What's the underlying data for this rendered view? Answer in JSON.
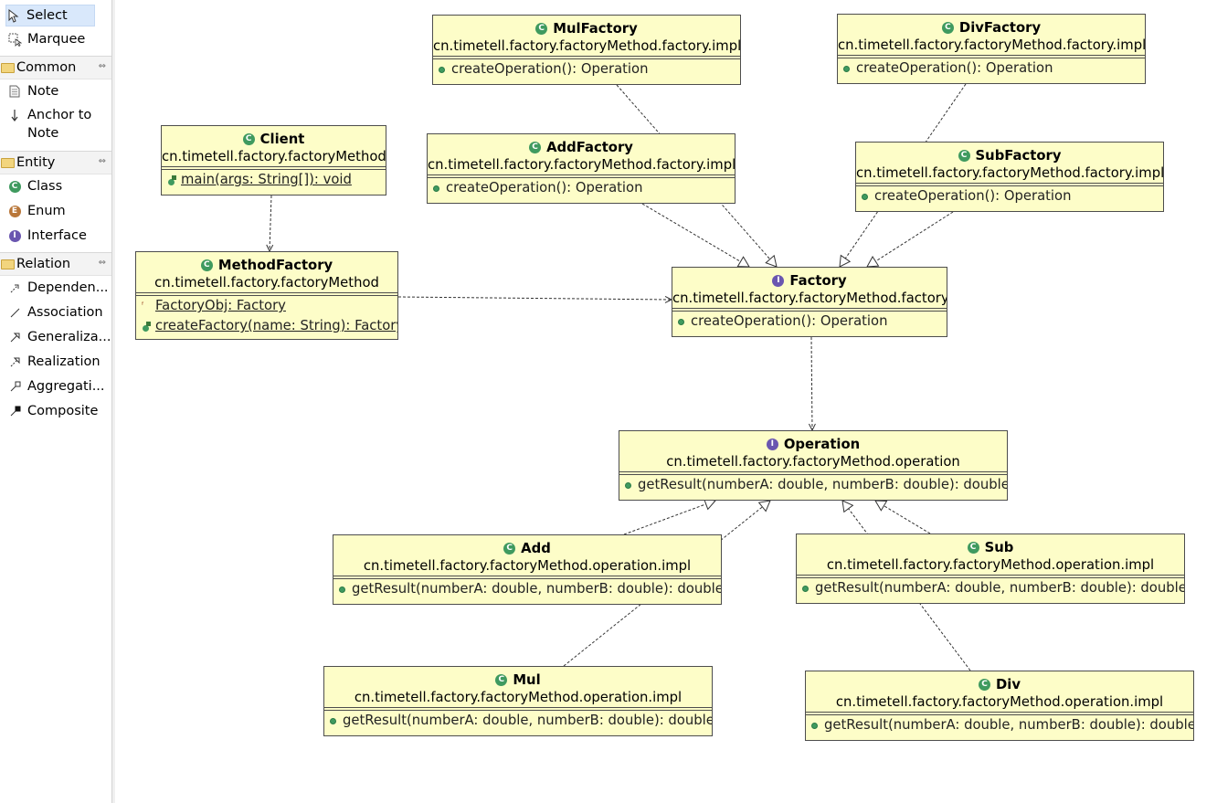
{
  "palette": {
    "tools": [
      {
        "label": "Select",
        "icon": "arrow-cursor-icon"
      },
      {
        "label": "Marquee",
        "icon": "marquee-icon"
      }
    ],
    "groups": [
      {
        "label": "Common",
        "items": [
          {
            "label": "Note",
            "icon": "note-icon"
          },
          {
            "label": "Anchor to Note",
            "icon": "anchor-icon"
          }
        ]
      },
      {
        "label": "Entity",
        "items": [
          {
            "label": "Class",
            "icon": "class-icon",
            "glyph": "C"
          },
          {
            "label": "Enum",
            "icon": "enum-icon",
            "glyph": "E"
          },
          {
            "label": "Interface",
            "icon": "interface-icon",
            "glyph": "I"
          }
        ]
      },
      {
        "label": "Relation",
        "items": [
          {
            "label": "Dependen...",
            "icon": "dependency-icon"
          },
          {
            "label": "Association",
            "icon": "association-icon"
          },
          {
            "label": "Generaliza...",
            "icon": "generalization-icon"
          },
          {
            "label": "Realization",
            "icon": "realization-icon"
          },
          {
            "label": "Aggregati...",
            "icon": "aggregation-icon"
          },
          {
            "label": "Composite",
            "icon": "composite-icon"
          }
        ]
      }
    ]
  },
  "colors": {
    "box_fill": "#fdfdc8",
    "box_border": "#4d4d4d",
    "class_icon": "#3f9a5f",
    "interface_icon": "#6a56b0",
    "edge": "#333333"
  },
  "diagram": {
    "nodes": [
      {
        "id": "mulfactory",
        "kind": "class",
        "name": "MulFactory",
        "package": "cn.timetell.factory.factoryMethod.factory.impl",
        "members": [
          {
            "text": "createOperation(): Operation",
            "vis": "public"
          }
        ]
      },
      {
        "id": "divfactory",
        "kind": "class",
        "name": "DivFactory",
        "package": "cn.timetell.factory.factoryMethod.factory.impl",
        "members": [
          {
            "text": "createOperation(): Operation",
            "vis": "public"
          }
        ]
      },
      {
        "id": "client",
        "kind": "class",
        "name": "Client",
        "package": "cn.timetell.factory.factoryMethod",
        "members": [
          {
            "text": "main(args: String[]): void",
            "vis": "static"
          }
        ]
      },
      {
        "id": "addfactory",
        "kind": "class",
        "name": "AddFactory",
        "package": "cn.timetell.factory.factoryMethod.factory.impl",
        "members": [
          {
            "text": "createOperation(): Operation",
            "vis": "public"
          }
        ]
      },
      {
        "id": "subfactory",
        "kind": "class",
        "name": "SubFactory",
        "package": "cn.timetell.factory.factoryMethod.factory.impl",
        "members": [
          {
            "text": "createOperation(): Operation",
            "vis": "public"
          }
        ]
      },
      {
        "id": "methodfactory",
        "kind": "class",
        "name": "MethodFactory",
        "package": "cn.timetell.factory.factoryMethod",
        "members": [
          {
            "text": "FactoryObj: Factory",
            "vis": "field"
          },
          {
            "text": "createFactory(name: String): Factory",
            "vis": "static"
          }
        ]
      },
      {
        "id": "factory",
        "kind": "interface",
        "name": "Factory",
        "package": "cn.timetell.factory.factoryMethod.factory",
        "members": [
          {
            "text": "createOperation(): Operation",
            "vis": "public"
          }
        ]
      },
      {
        "id": "operation",
        "kind": "interface",
        "name": "Operation",
        "package": "cn.timetell.factory.factoryMethod.operation",
        "members": [
          {
            "text": "getResult(numberA: double, numberB: double): double",
            "vis": "public"
          }
        ]
      },
      {
        "id": "add",
        "kind": "class",
        "name": "Add",
        "package": "cn.timetell.factory.factoryMethod.operation.impl",
        "members": [
          {
            "text": "getResult(numberA: double, numberB: double): double",
            "vis": "public"
          }
        ]
      },
      {
        "id": "sub",
        "kind": "class",
        "name": "Sub",
        "package": "cn.timetell.factory.factoryMethod.operation.impl",
        "members": [
          {
            "text": "getResult(numberA: double, numberB: double): double",
            "vis": "public"
          }
        ]
      },
      {
        "id": "mul",
        "kind": "class",
        "name": "Mul",
        "package": "cn.timetell.factory.factoryMethod.operation.impl",
        "members": [
          {
            "text": "getResult(numberA: double, numberB: double): double",
            "vis": "public"
          }
        ]
      },
      {
        "id": "div",
        "kind": "class",
        "name": "Div",
        "package": "cn.timetell.factory.factoryMethod.operation.impl",
        "members": [
          {
            "text": "getResult(numberA: double, numberB: double): double",
            "vis": "public"
          }
        ]
      }
    ],
    "edges": [
      {
        "from": "client",
        "to": "methodfactory",
        "type": "dependency"
      },
      {
        "from": "methodfactory",
        "to": "factory",
        "type": "dependency"
      },
      {
        "from": "factory",
        "to": "operation",
        "type": "dependency"
      },
      {
        "from": "addfactory",
        "to": "factory",
        "type": "realization"
      },
      {
        "from": "mulfactory",
        "to": "factory",
        "type": "realization"
      },
      {
        "from": "divfactory",
        "to": "factory",
        "type": "realization"
      },
      {
        "from": "subfactory",
        "to": "factory",
        "type": "realization"
      },
      {
        "from": "add",
        "to": "operation",
        "type": "realization"
      },
      {
        "from": "mul",
        "to": "operation",
        "type": "realization"
      },
      {
        "from": "div",
        "to": "operation",
        "type": "realization"
      },
      {
        "from": "sub",
        "to": "operation",
        "type": "realization"
      }
    ]
  }
}
